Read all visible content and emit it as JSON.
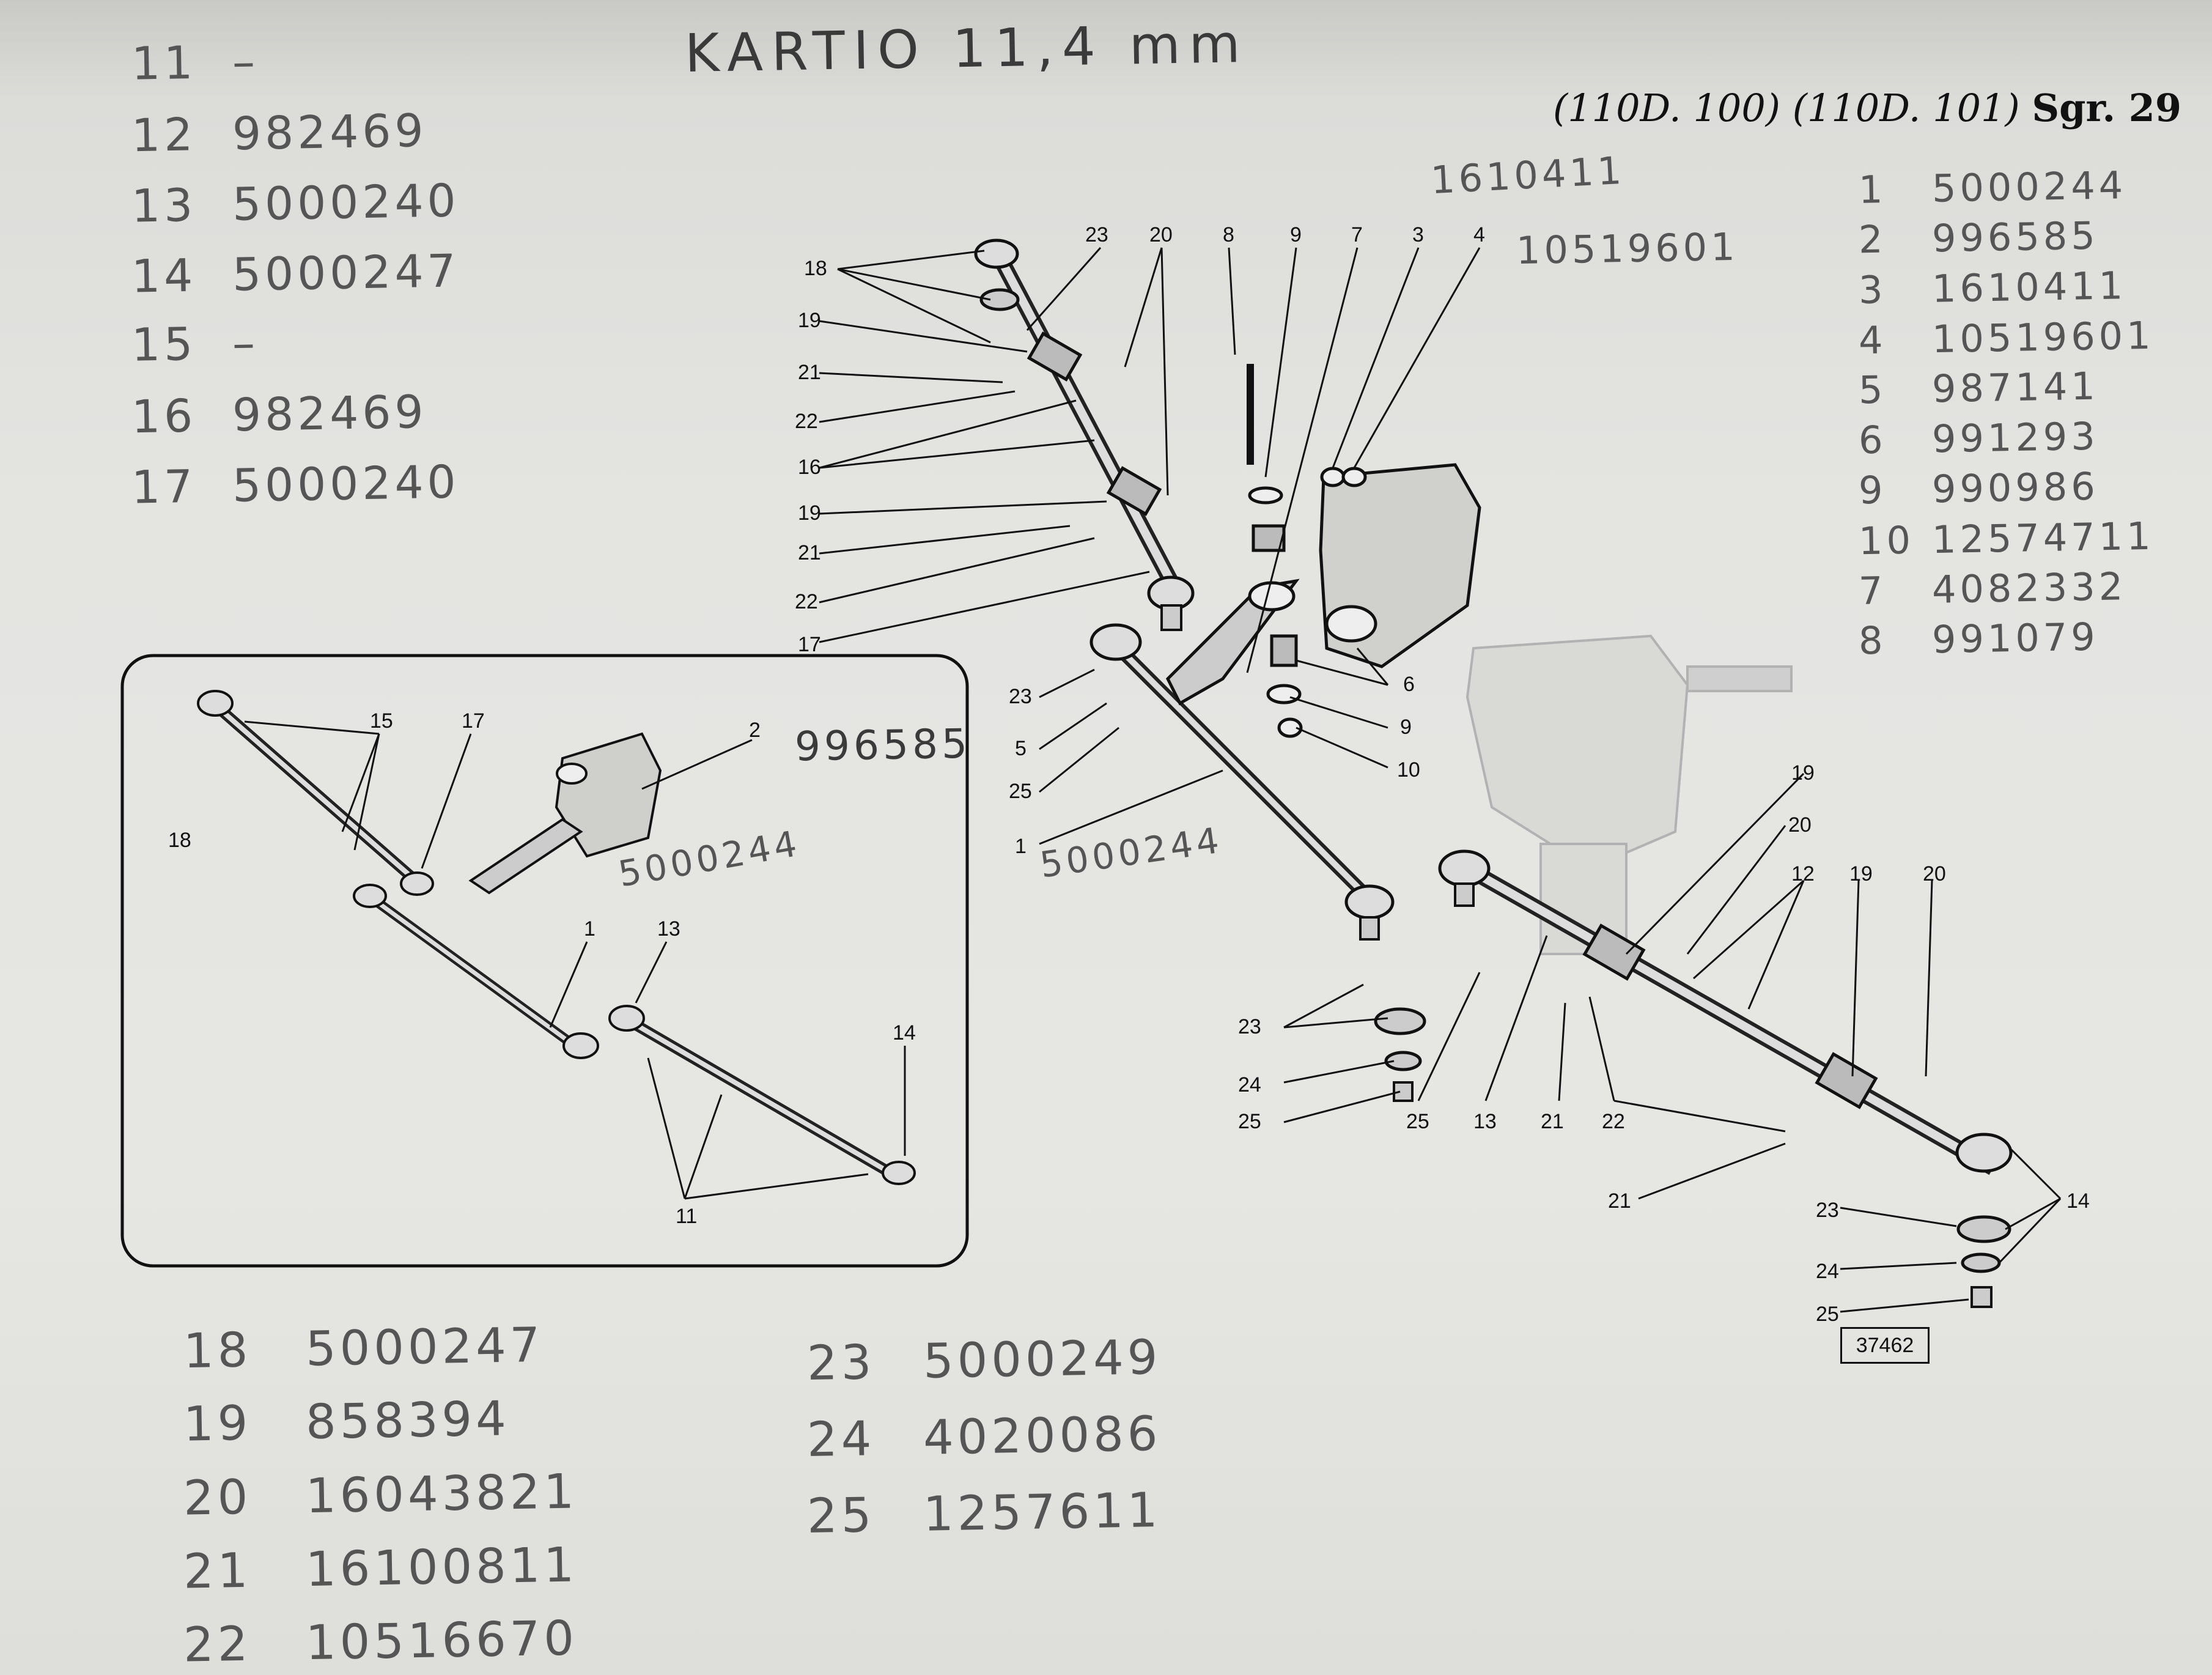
{
  "header": {
    "ref_left": "(110D. 100)",
    "ref_right": "(110D. 101)",
    "sheet": "Sgr. 29",
    "handwritten_title": "KARTIO 11,4 mm"
  },
  "handwritten_top_left": [
    {
      "n": "11",
      "v": "–"
    },
    {
      "n": "12",
      "v": "982469"
    },
    {
      "n": "13",
      "v": "5000240"
    },
    {
      "n": "14",
      "v": "5000247"
    },
    {
      "n": "15",
      "v": "–"
    },
    {
      "n": "16",
      "v": "982469"
    },
    {
      "n": "17",
      "v": "5000240"
    }
  ],
  "handwritten_top_right": [
    {
      "n": "1",
      "v": "5000244"
    },
    {
      "n": "2",
      "v": "996585"
    },
    {
      "n": "3",
      "v": "1610411"
    },
    {
      "n": "4",
      "v": "10519601"
    },
    {
      "n": "5",
      "v": "987141"
    },
    {
      "n": "6",
      "v": "991293"
    },
    {
      "n": "9",
      "v": "990986"
    },
    {
      "n": "10",
      "v": "12574711"
    },
    {
      "n": "7",
      "v": "4082332"
    },
    {
      "n": "8",
      "v": "991079"
    }
  ],
  "handwritten_bottom_left": [
    {
      "n": "18",
      "v": "5000247"
    },
    {
      "n": "19",
      "v": "858394"
    },
    {
      "n": "20",
      "v": "16043821"
    },
    {
      "n": "21",
      "v": "16100811"
    },
    {
      "n": "22",
      "v": "10516670"
    }
  ],
  "handwritten_bottom_mid": [
    {
      "n": "23",
      "v": "5000249"
    },
    {
      "n": "24",
      "v": "4020086"
    },
    {
      "n": "25",
      "v": "1257611"
    }
  ],
  "diagram_notes": {
    "note_3": "1610411",
    "note_4": "10519601",
    "note_1": "5000244",
    "inset_note_2": "996585",
    "inset_note_1": "5000244"
  },
  "figure_ref": "37462",
  "callouts_main": [
    "18",
    "19",
    "21",
    "22",
    "16",
    "19",
    "21",
    "22",
    "17",
    "23",
    "20",
    "8",
    "9",
    "7",
    "3",
    "4",
    "6",
    "9",
    "10",
    "23",
    "5",
    "25",
    "1",
    "19",
    "20",
    "12",
    "19",
    "20",
    "23",
    "24",
    "25",
    "25",
    "13",
    "21",
    "22",
    "21",
    "23",
    "24",
    "25",
    "14"
  ],
  "callouts_inset": [
    "15",
    "17",
    "2",
    "18",
    "1",
    "13",
    "14",
    "11"
  ]
}
